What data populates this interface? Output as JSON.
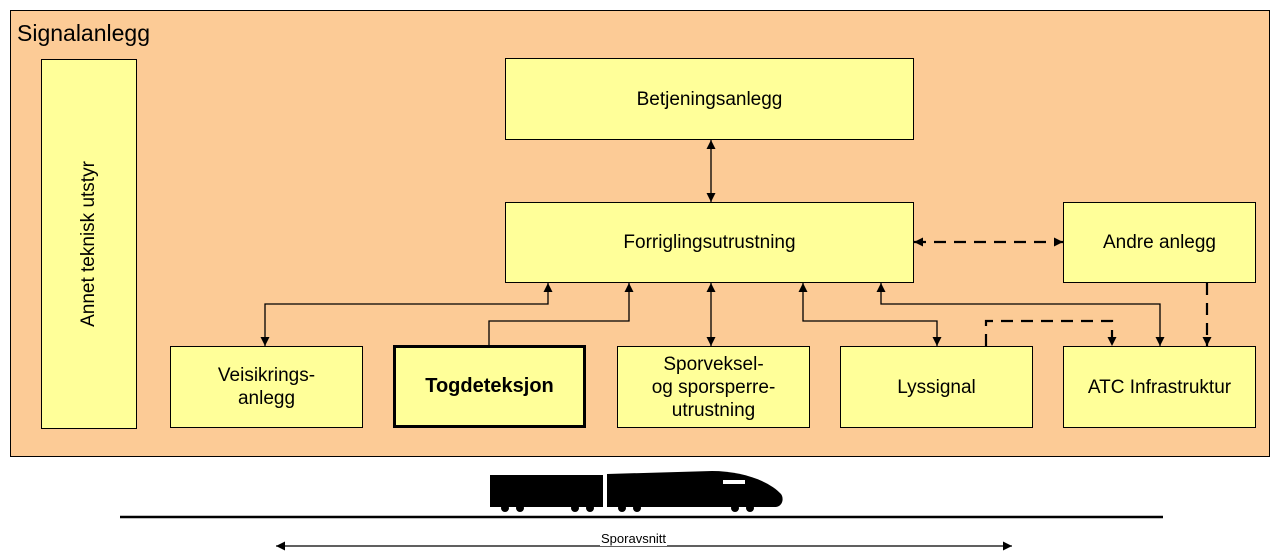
{
  "title": "Signalanlegg",
  "side_label": "Annet teknisk utstyr",
  "boxes": {
    "betjening": "Betjeningsanlegg",
    "forrigling": "Forriglingsutrustning",
    "andre": "Andre anlegg",
    "veisikring": "Veisikrings-\nanlegg",
    "togdeteksjon": "Togdeteksjon",
    "sporveksel": "Sporveksel-\nog sporsperre-\nutrustning",
    "lyssignal": "Lyssignal",
    "atc": "ATC Infrastruktur"
  },
  "track_label": "Sporavsnitt"
}
